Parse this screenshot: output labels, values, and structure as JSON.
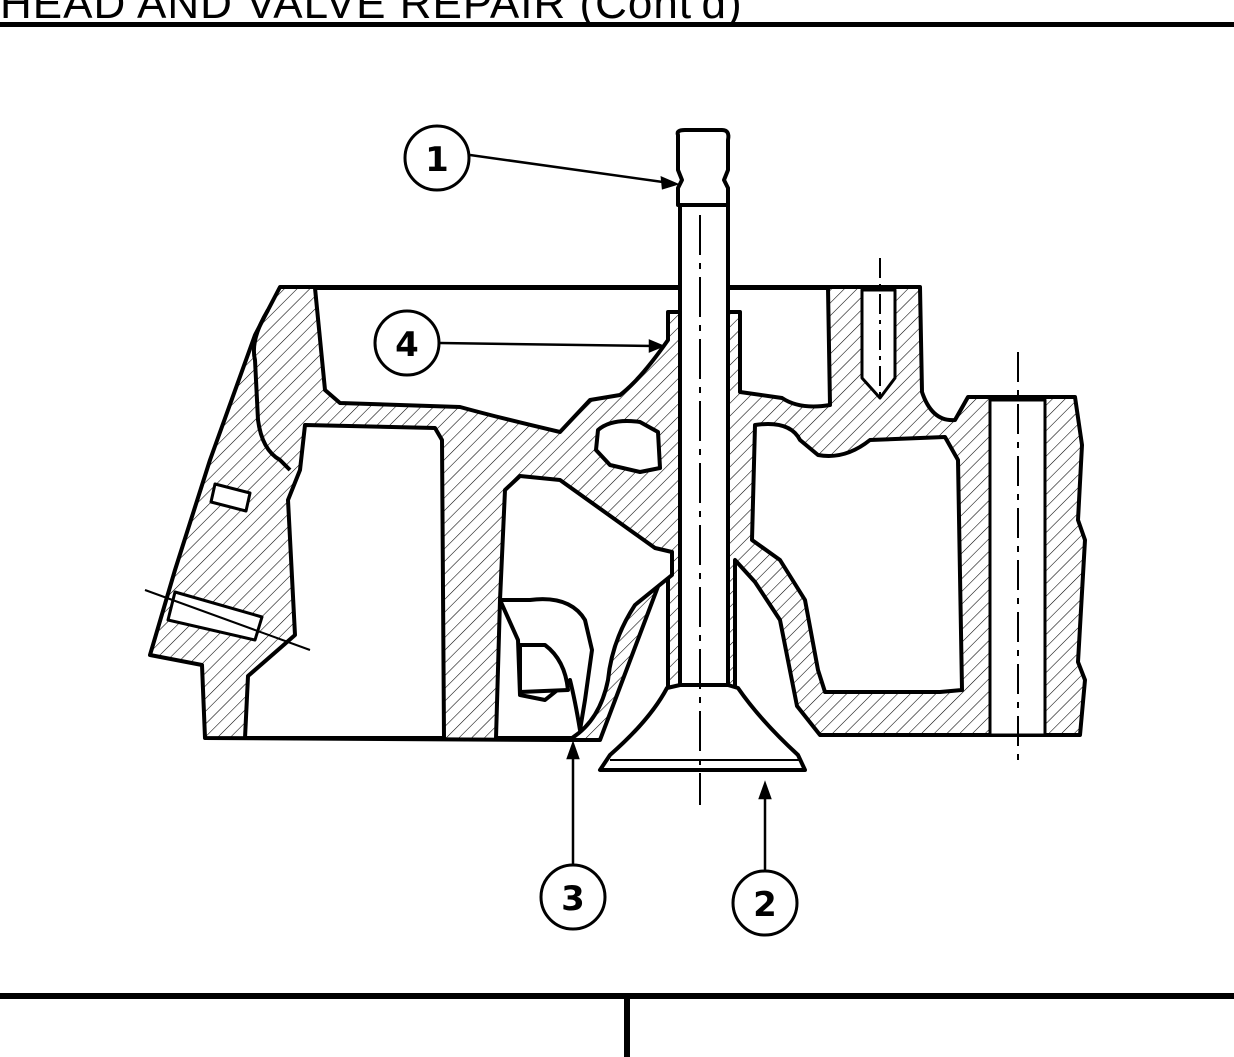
{
  "header": {
    "title": "HEAD AND VALVE REPAIR (Cont'd)"
  },
  "figure": {
    "callouts": [
      {
        "number": "1"
      },
      {
        "number": "2"
      },
      {
        "number": "3"
      },
      {
        "number": "4"
      }
    ]
  }
}
